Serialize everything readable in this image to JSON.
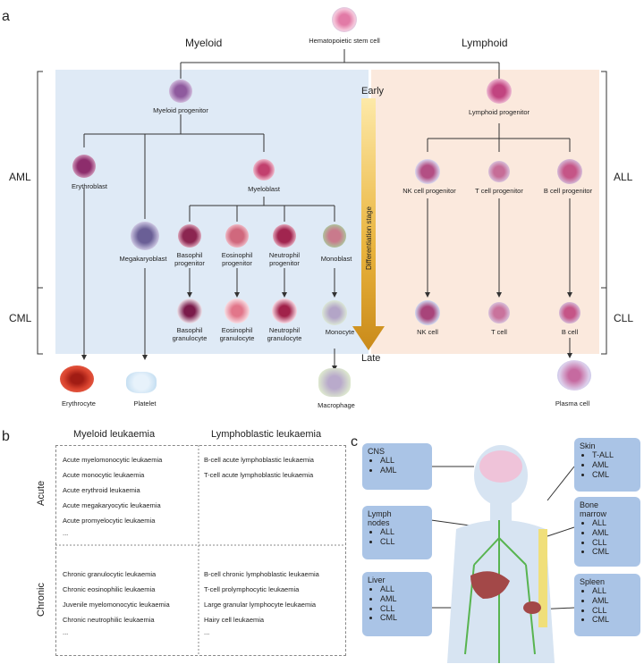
{
  "panel_a": {
    "label": "a",
    "hsc": "Hematopoietic stem cell",
    "myeloid": "Myeloid",
    "lymphoid": "Lymphoid",
    "myeloid_progenitor": "Myeloid progenitor",
    "lymphoid_progenitor": "Lymphoid progenitor",
    "erythroblast": "Erythroblast",
    "myeloblast": "Myeloblast",
    "megakaryoblast": "Megakaryoblast",
    "basophil_progenitor": "Basophil\nprogenitor",
    "eosinophil_progenitor": "Eosinophil\nprogenitor",
    "neutrophil_progenitor": "Neutrophil\nprogenitor",
    "monoblast": "Monoblast",
    "basophil_granulocyte": "Basophil\ngranulocyte",
    "eosinophil_granulocyte": "Eosinophil\ngranulocyte",
    "neutrophil_granulocyte": "Neutrophil\ngranulocyte",
    "monocyte": "Monocyte",
    "erythrocyte": "Erythrocyte",
    "platelet": "Platelet",
    "macrophage": "Macrophage",
    "nk_progenitor": "NK cell progenitor",
    "t_progenitor": "T cell progenitor",
    "b_progenitor": "B cell progenitor",
    "nk_cell": "NK cell",
    "t_cell": "T cell",
    "b_cell": "B cell",
    "plasma_cell": "Plasma cell",
    "early": "Early",
    "late": "Late",
    "differentiation_stage": "Differentiation stage",
    "aml": "AML",
    "cml": "CML",
    "all": "ALL",
    "cll": "CLL"
  },
  "panel_b": {
    "label": "b",
    "col_myeloid": "Myeloid leukaemia",
    "col_lympho": "Lymphoblastic leukaemia",
    "row_acute": "Acute",
    "row_chronic": "Chronic",
    "acute_myeloid": [
      "Acute myelomonocytic leukaemia",
      "Acute monocytic leukaemia",
      "Acute erythroid leukaemia",
      "Acute megakaryocytic leukaemia",
      "Acute promyelocytic leukaemia",
      "..."
    ],
    "acute_lympho": [
      "B-cell acute lymphoblastic leukaemia",
      "T-cell acute lymphoblastic leukaemia"
    ],
    "chronic_myeloid": [
      "Chronic granulocytic leukaemia",
      "Chronic eosinophilic leukaemia",
      "Juvenile myelomonocytic leukaemia",
      "Chronic neutrophilic leukaemia",
      "..."
    ],
    "chronic_lympho": [
      "B-cell chronic lymphoblastic leukaemia",
      "T-cell prolymphocytic leukaemia",
      "Large granular lymphocyte leukaemia",
      "Hairy cell leukaemia",
      "..."
    ]
  },
  "panel_c": {
    "label": "c",
    "cns": {
      "title": "CNS",
      "items": [
        "ALL",
        "AML"
      ]
    },
    "lymph": {
      "title": "Lymph\nnodes",
      "items": [
        "ALL",
        "CLL"
      ]
    },
    "liver": {
      "title": "Liver",
      "items": [
        "ALL",
        "AML",
        "CLL",
        "CML"
      ]
    },
    "skin": {
      "title": "Skin",
      "items": [
        "T-ALL",
        "AML",
        "CML"
      ]
    },
    "bone": {
      "title": "Bone\nmarrow",
      "items": [
        "ALL",
        "AML",
        "CLL",
        "CML"
      ]
    },
    "spleen": {
      "title": "Spleen",
      "items": [
        "ALL",
        "AML",
        "CLL",
        "CML"
      ]
    }
  }
}
